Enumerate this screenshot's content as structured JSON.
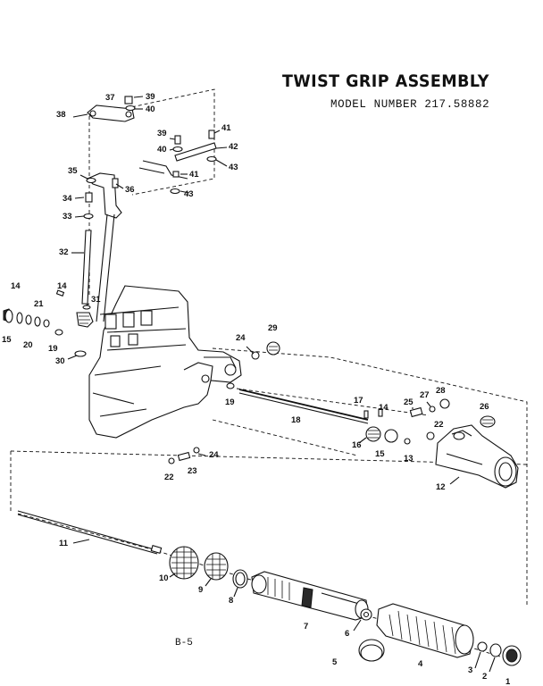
{
  "header": {
    "title": "TWIST GRIP ASSEMBLY",
    "model": "MODEL NUMBER 217.58882"
  },
  "footer": {
    "page": "B-5"
  },
  "callouts": [
    "37",
    "39",
    "38",
    "40",
    "41",
    "39",
    "42",
    "40",
    "43",
    "41",
    "35",
    "36",
    "43",
    "34",
    "33",
    "32",
    "14",
    "21",
    "14",
    "31",
    "15",
    "20",
    "19",
    "30",
    "24",
    "29",
    "19",
    "17",
    "14",
    "25",
    "27",
    "28",
    "26",
    "18",
    "16",
    "15",
    "13",
    "22",
    "12",
    "24",
    "22",
    "23",
    "11",
    "10",
    "9",
    "8",
    "7",
    "6",
    "5",
    "4",
    "3",
    "2",
    "1"
  ]
}
